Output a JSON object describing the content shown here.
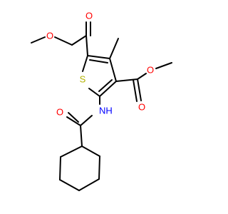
{
  "molecule": {
    "atoms": {
      "o1": {
        "text": "O",
        "color": "#ff0000"
      },
      "o2": {
        "text": "O",
        "color": "#ff0000"
      },
      "o3": {
        "text": "O",
        "color": "#ff0000"
      },
      "o4": {
        "text": "O",
        "color": "#ff0000"
      },
      "s": {
        "text": "S",
        "color": "#b2b200"
      },
      "nh": {
        "text": "NH",
        "color": "#0000ff"
      },
      "o5": {
        "text": "O",
        "color": "#ff0000"
      }
    }
  }
}
